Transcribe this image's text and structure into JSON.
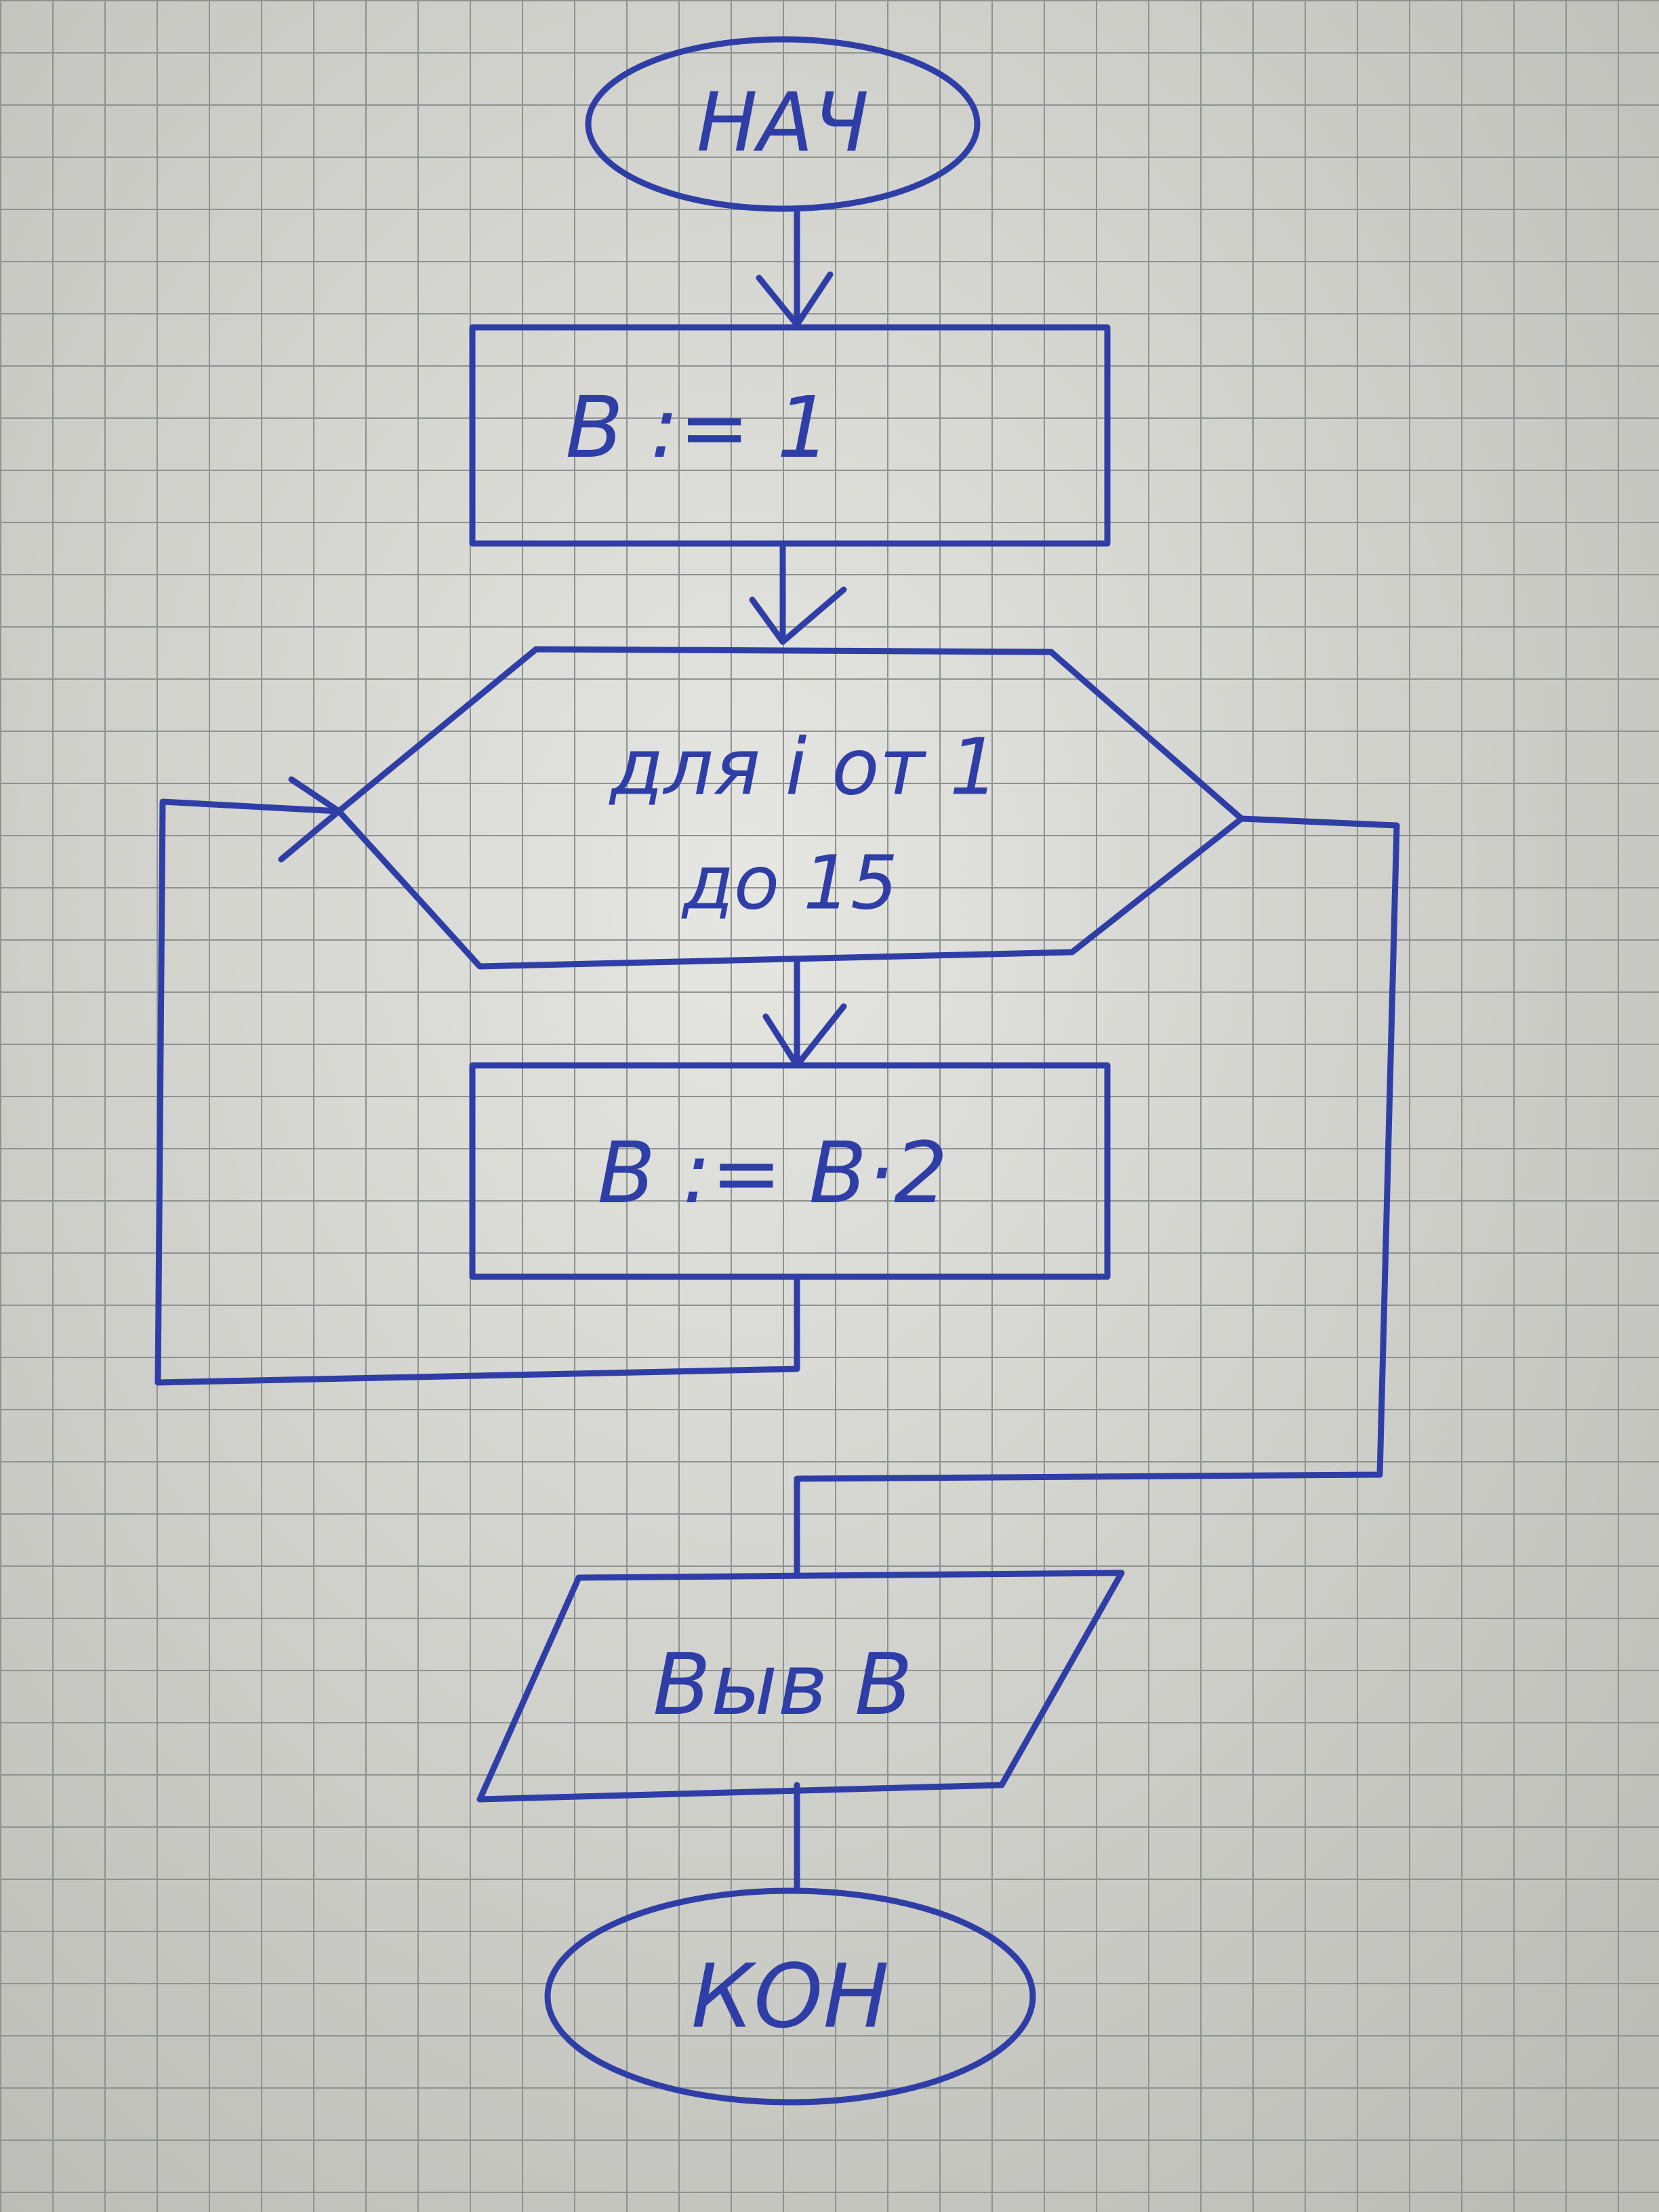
{
  "flowchart": {
    "start": "НАЧ",
    "init": "B := 1",
    "loop_line1": "для i от 1",
    "loop_line2": "до 15",
    "body": "B := B·2",
    "output": "Выв B",
    "end": "КОН"
  },
  "colors": {
    "ink": "#2f3ea6",
    "paper": "#dcdcd8",
    "grid": "#8e9290"
  }
}
